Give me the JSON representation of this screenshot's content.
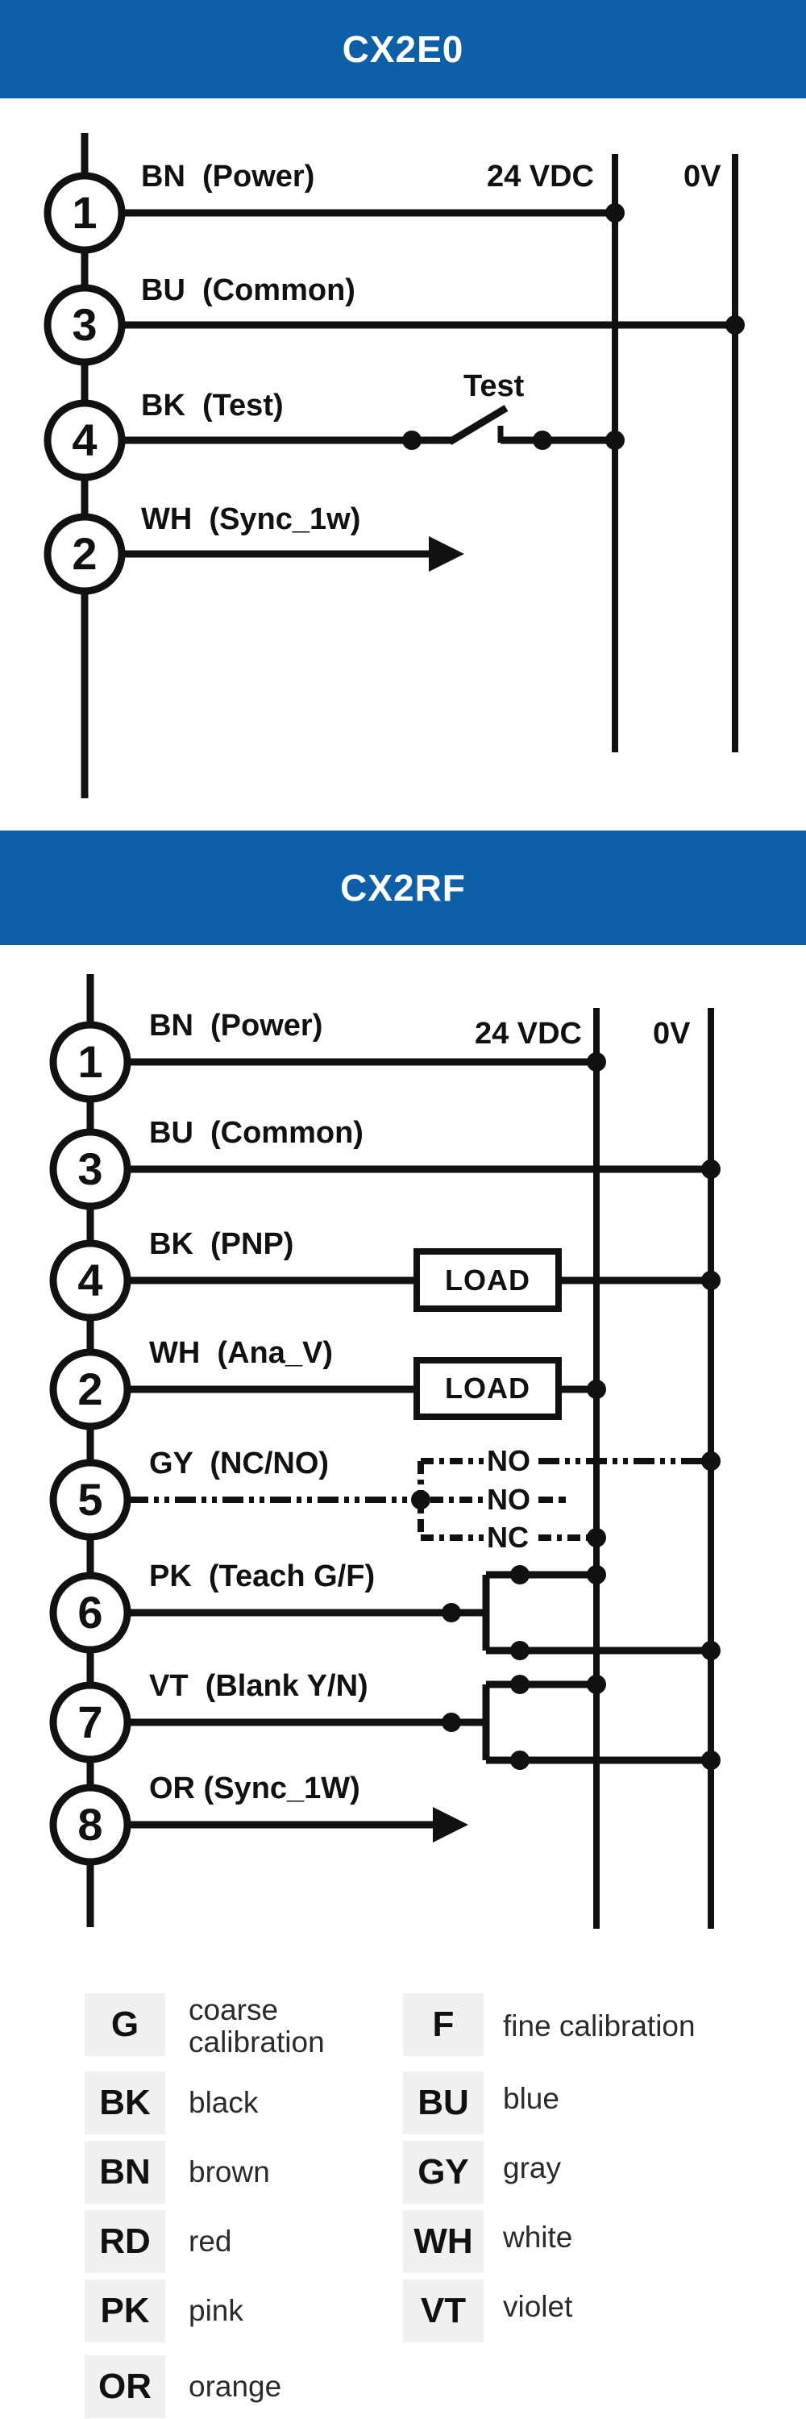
{
  "colors": {
    "header_bg": "#0d5fa8",
    "header_text": "#ffffff",
    "line": "#111111",
    "legend_box_bg": "#f0f0f0"
  },
  "cx2e0": {
    "title": "CX2E0",
    "rail_pos": "24 VDC",
    "rail_neg": "0V",
    "test_label": "Test",
    "pins": [
      {
        "num": "1",
        "label": "BN  (Power)"
      },
      {
        "num": "3",
        "label": "BU  (Common)"
      },
      {
        "num": "4",
        "label": "BK  (Test)"
      },
      {
        "num": "2",
        "label": "WH  (Sync_1w)"
      }
    ]
  },
  "cx2rf": {
    "title": "CX2RF",
    "rail_pos": "24 VDC",
    "rail_neg": "0V",
    "load_label": "LOAD",
    "contacts": {
      "top": "NO",
      "mid": "NO",
      "bot": "NC"
    },
    "pins": [
      {
        "num": "1",
        "label": "BN  (Power)"
      },
      {
        "num": "3",
        "label": "BU  (Common)"
      },
      {
        "num": "4",
        "label": "BK  (PNP)"
      },
      {
        "num": "2",
        "label": "WH  (Ana_V)"
      },
      {
        "num": "5",
        "label": "GY  (NC/NO)"
      },
      {
        "num": "6",
        "label": "PK  (Teach G/F)"
      },
      {
        "num": "7",
        "label": "VT  (Blank Y/N)"
      },
      {
        "num": "8",
        "label": "OR (Sync_1W)"
      }
    ]
  },
  "legend": {
    "entries": [
      {
        "code": "G",
        "label": "coarse calibration"
      },
      {
        "code": "F",
        "label": "fine calibration"
      },
      {
        "code": "BK",
        "label": "black"
      },
      {
        "code": "BU",
        "label": "blue"
      },
      {
        "code": "BN",
        "label": "brown"
      },
      {
        "code": "GY",
        "label": "gray"
      },
      {
        "code": "RD",
        "label": "red"
      },
      {
        "code": "WH",
        "label": "white"
      },
      {
        "code": "PK",
        "label": "pink"
      },
      {
        "code": "VT",
        "label": "violet"
      },
      {
        "code": "OR",
        "label": "orange"
      }
    ]
  }
}
